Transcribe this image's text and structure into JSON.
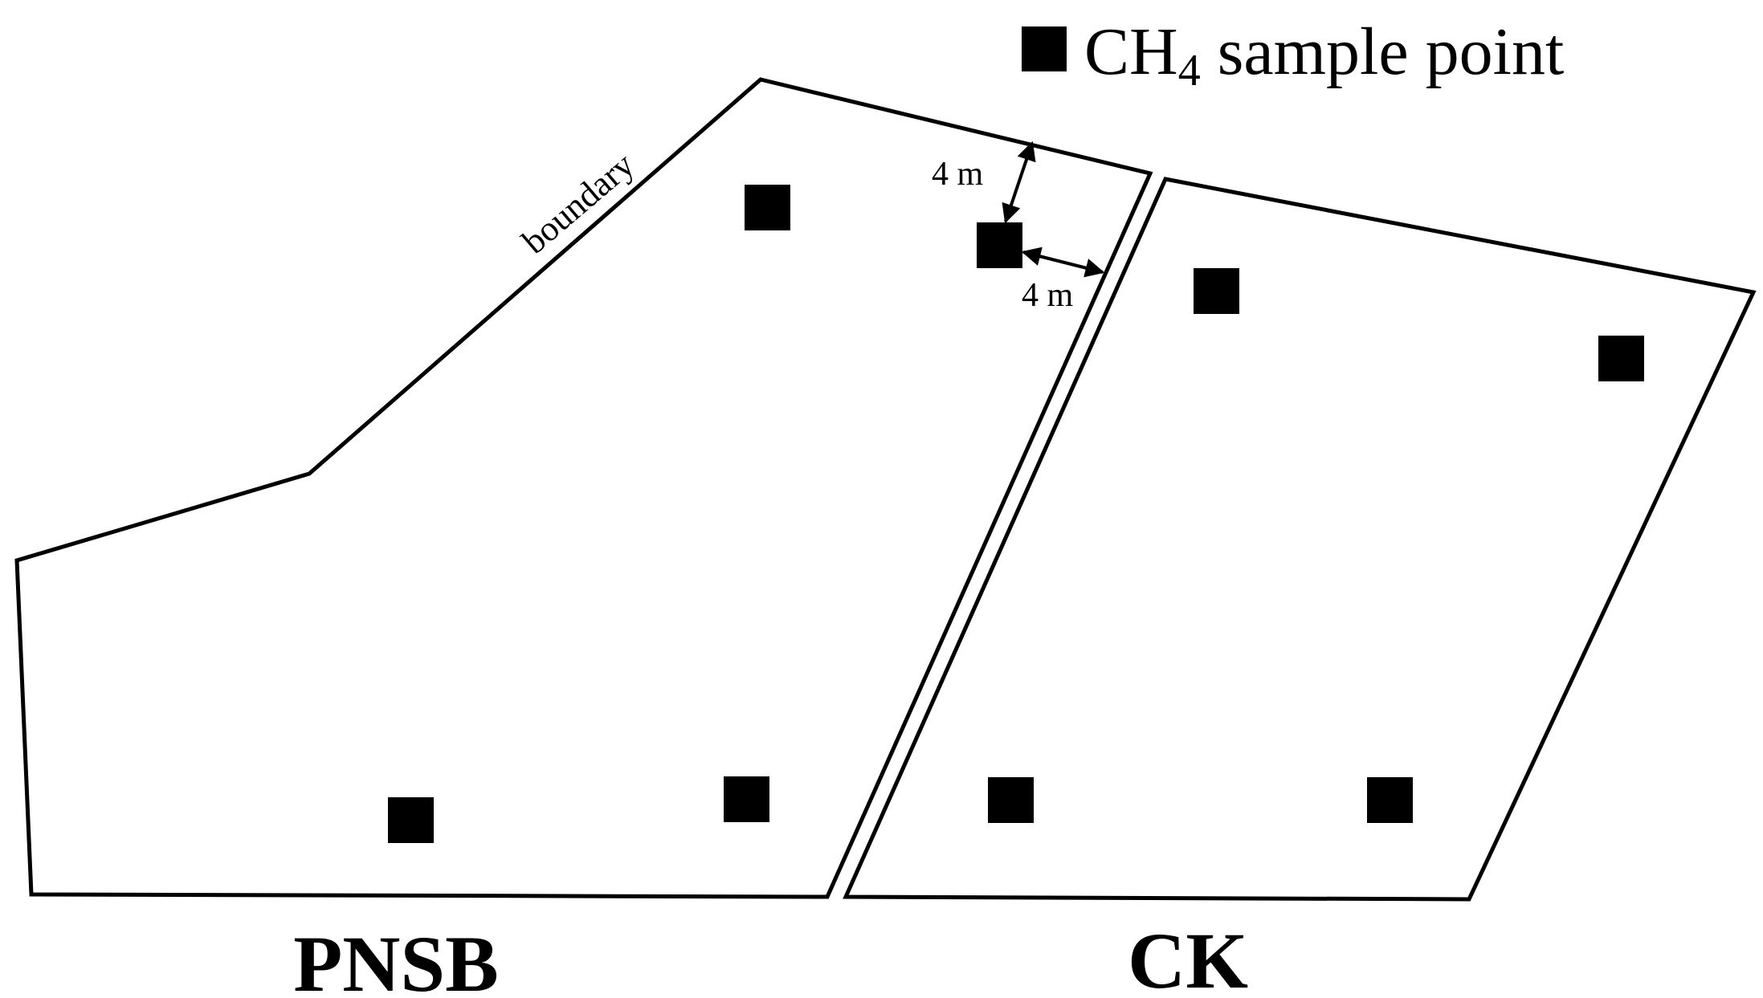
{
  "legend": {
    "marker_label_main": "CH",
    "marker_label_subscript": "4",
    "marker_label_rest": " sample point"
  },
  "plots": {
    "left_label": "PNSB",
    "right_label": "CK"
  },
  "annotations": {
    "boundary_label": "boundary",
    "distance_top": "4 m",
    "distance_side": "4 m"
  },
  "colors": {
    "marker": "#000000",
    "outline": "#000000"
  }
}
